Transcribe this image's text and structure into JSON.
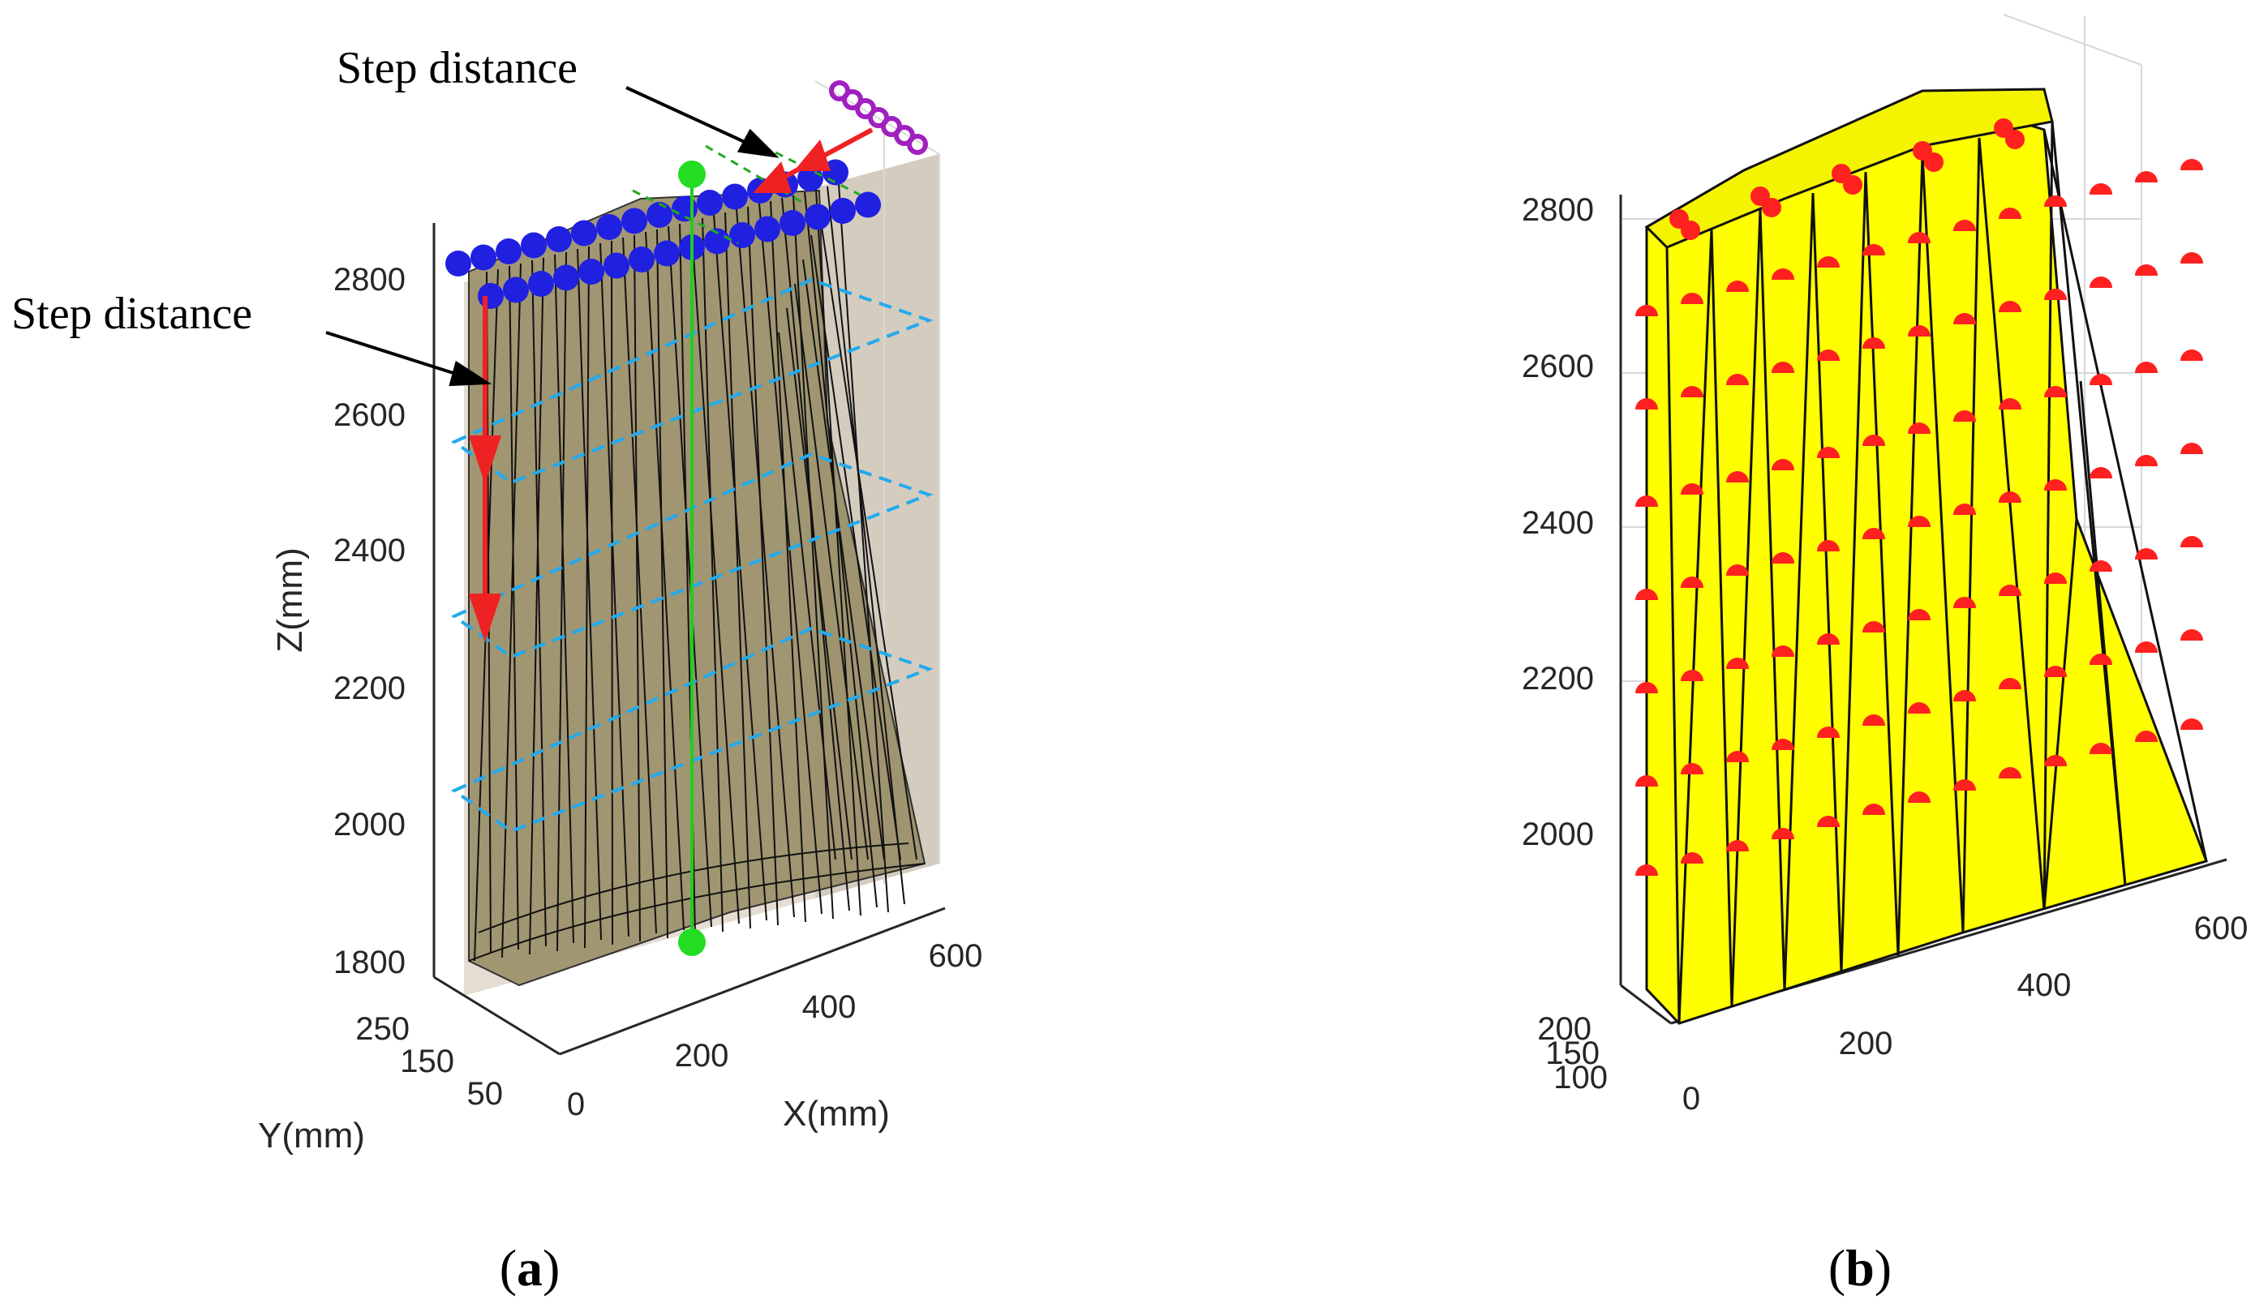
{
  "colors": {
    "panel_a_surface": "#9b906a",
    "panel_a_backdrop": "#e6ddd2",
    "panel_b_surface": "#ffff00",
    "mesh_line": "#111111",
    "blue_markers": "#2020e0",
    "green_path": "#22cc22",
    "purple_markers": "#a020c0",
    "red_arrow": "#ee2222",
    "cyan_planes": "#22aaee",
    "red_points": "#ff2020",
    "axis_line": "#262626",
    "grid_line": "#d8d8d8"
  },
  "panel_a": {
    "label_open": "(",
    "label_letter": "a",
    "label_close": ")",
    "annotation_top": "Step distance",
    "annotation_left": "Step distance",
    "z_ticks": [
      "2800",
      "2600",
      "2400",
      "2200",
      "2000",
      "1800"
    ],
    "x_ticks": [
      "0",
      "200",
      "400",
      "600"
    ],
    "y_ticks": [
      "250",
      "150",
      "50"
    ],
    "z_label": "Z(mm)",
    "x_label": "X(mm)",
    "y_label": "Y(mm)"
  },
  "panel_b": {
    "label_open": "(",
    "label_letter": "b",
    "label_close": ")",
    "z_ticks": [
      "2800",
      "2600",
      "2400",
      "2200",
      "2000"
    ],
    "x_ticks": [
      "0",
      "200",
      "400",
      "600"
    ],
    "y_ticks": [
      "200",
      "150",
      "100"
    ]
  }
}
